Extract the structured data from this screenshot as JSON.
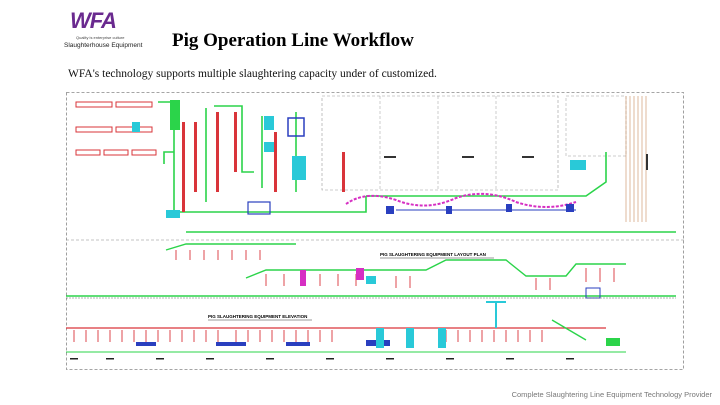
{
  "brand": {
    "logo_text": "WFA",
    "tagline": "Quality is enterprise culture",
    "company_line": "Slaughterhouse Equipment"
  },
  "header": {
    "title": "Pig Operation Line Workflow",
    "subtitle": "WFA's technology supports multiple slaughtering capacity under of customized."
  },
  "drawing": {
    "layout_plan_label": "PIG SLAUGHTERING EQUIPMENT LAYOUT PLAN",
    "elevation_label": "PIG SLAUGHTERING EQUIPMENT ELEVATION"
  },
  "footer": {
    "text": "Complete Slaughtering Line Equipment Technology Provider"
  },
  "colors": {
    "logo_purple": "#6a2a8f",
    "logo_accent": "#f2a900",
    "line_green": "#2bd44a",
    "equipment_magenta": "#d62fc3",
    "equipment_cyan": "#29c9d8",
    "equipment_red": "#d9343a",
    "equipment_blue": "#2a3fbf"
  }
}
